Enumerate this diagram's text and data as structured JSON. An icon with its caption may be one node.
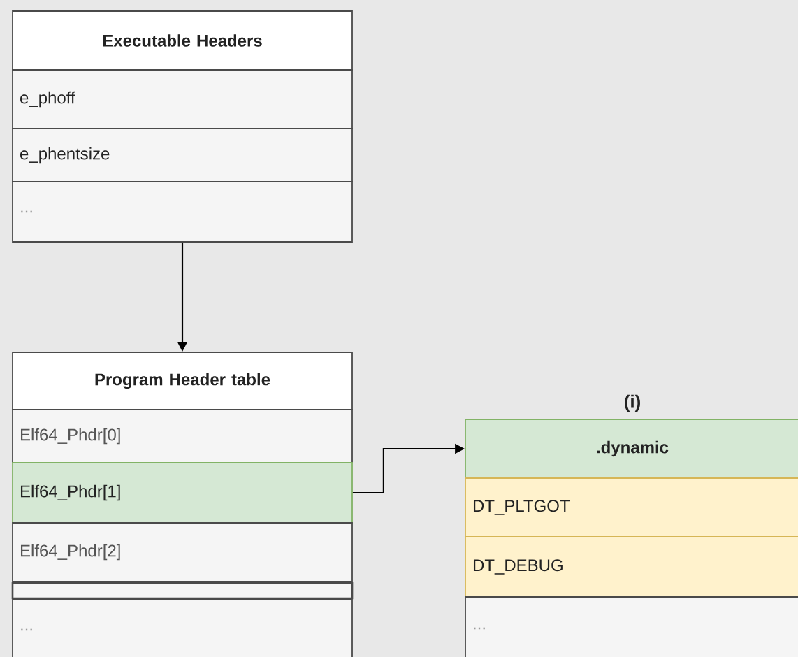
{
  "diagram": {
    "nodes": [
      {
        "text": [
          "Executable Headers"
        ]
      },
      {
        "text": [
          "e_phoff"
        ]
      },
      {
        "text": [
          "e_phentsize"
        ]
      },
      {
        "text": [
          "..."
        ]
      },
      {
        "text": [
          "Program Header table"
        ]
      },
      {
        "text": [
          "Elf64_Phdr[0]"
        ]
      },
      {
        "text": [
          "Elf64_Phdr[1]"
        ]
      },
      {
        "text": [
          "Elf64_Phdr[2]"
        ]
      },
      {
        "text": [],
        "shape": "bar"
      },
      {
        "text": [
          "..."
        ]
      },
      {
        "text": [
          ".dynamic"
        ],
        "beside": [
          "(i)"
        ]
      },
      {
        "text": [
          "DT_PLTGOT"
        ]
      },
      {
        "text": [
          "DT_DEBUG"
        ]
      },
      {
        "text": [
          "..."
        ]
      }
    ],
    "edges": [
      {
        "from": 3,
        "to": 4,
        "arrow": "to"
      },
      {
        "from": 6,
        "to": 10,
        "arrow": "to"
      }
    ]
  }
}
